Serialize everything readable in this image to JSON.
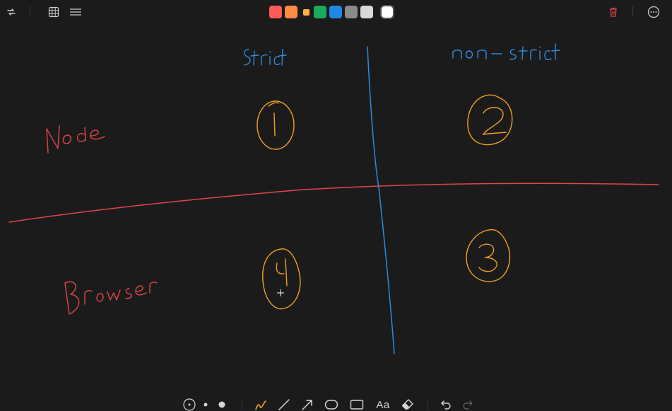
{
  "colors": {
    "background": "#1b1b1c",
    "palette": [
      "#ff5a5a",
      "#ff8c42",
      "#ffb347",
      "#1aa85a",
      "#1e88e5",
      "#8a8a8a",
      "#d8d8d8",
      "#ffffff"
    ],
    "selected_color": "#ffffff",
    "ink_blue": "#2f8bdb",
    "ink_red": "#e0454b",
    "ink_orange": "#f0a020"
  },
  "toolbar": {
    "left_icons": [
      "hand-swap-icon",
      "grid-icon",
      "menu-icon"
    ],
    "right_icons": [
      "trash-icon",
      "more-icon"
    ]
  },
  "bottom_toolbar": {
    "stroke_sizes": [
      "size-small",
      "size-medium",
      "size-large"
    ],
    "tools": [
      "pen",
      "line",
      "arrow",
      "ellipse",
      "rectangle",
      "text",
      "eraser"
    ],
    "text_tool_label": "Aa",
    "history": [
      "undo",
      "redo"
    ]
  }
}
